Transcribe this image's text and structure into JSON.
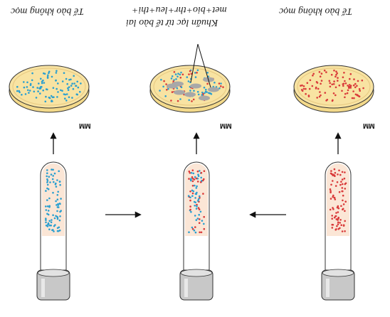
{
  "labels": {
    "left": "Tế bào không mọc",
    "middle_line1": "Khuẩn lạc từ tế bào lai",
    "middle_line2": "met+bio+thr+leu+thi+",
    "right": "Tế bào không mọc",
    "medium": "MM"
  },
  "colors": {
    "blue_cell": "#2a9fd0",
    "red_cell": "#d93a3a",
    "colony": "#a8a8a8",
    "agar": "#f8e3a2",
    "dish_rim": "#f3d98a",
    "tube_liquid": "#fbe6d6",
    "cap": "#c8c8c8",
    "outline": "#333333"
  },
  "icons": [
    "arrow-up-icon",
    "arrow-right-icon",
    "arrow-left-icon"
  ]
}
